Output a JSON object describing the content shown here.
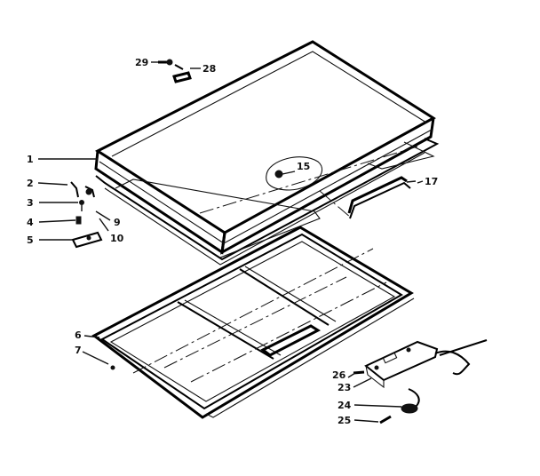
{
  "callouts": {
    "c1": "1",
    "c2": "2",
    "c3": "3",
    "c4": "4",
    "c5": "5",
    "c6": "6",
    "c7": "7",
    "c9": "9",
    "c10": "10",
    "c15": "15",
    "c17": "17",
    "c23": "23",
    "c24": "24",
    "c25": "25",
    "c26": "26",
    "c28": "28",
    "c29": "29"
  }
}
